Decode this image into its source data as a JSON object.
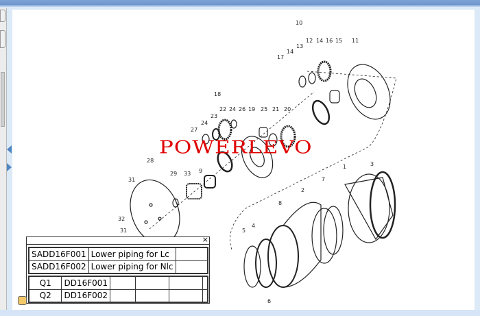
{
  "watermark": "POWERLEVO",
  "part_labels": [
    "10",
    "17",
    "14",
    "13",
    "12",
    "14",
    "16",
    "15",
    "11",
    "18",
    "27",
    "24",
    "23",
    "22",
    "24",
    "26",
    "19",
    "25",
    "21",
    "20",
    "28",
    "29",
    "33",
    "9",
    "31",
    "32",
    "31",
    "1",
    "3",
    "2",
    "7",
    "8",
    "5",
    "4",
    "6"
  ],
  "popup": {
    "close_label": "×",
    "parts": [
      {
        "code": "SADD16F001",
        "description": "Lower piping for Lc",
        "extra": ""
      },
      {
        "code": "SADD16F002",
        "description": "Lower piping for Nlc",
        "extra": ""
      }
    ],
    "links": [
      {
        "id": "Q1",
        "code": "DD16F001"
      },
      {
        "id": "Q2",
        "code": "DD16F002"
      }
    ]
  }
}
